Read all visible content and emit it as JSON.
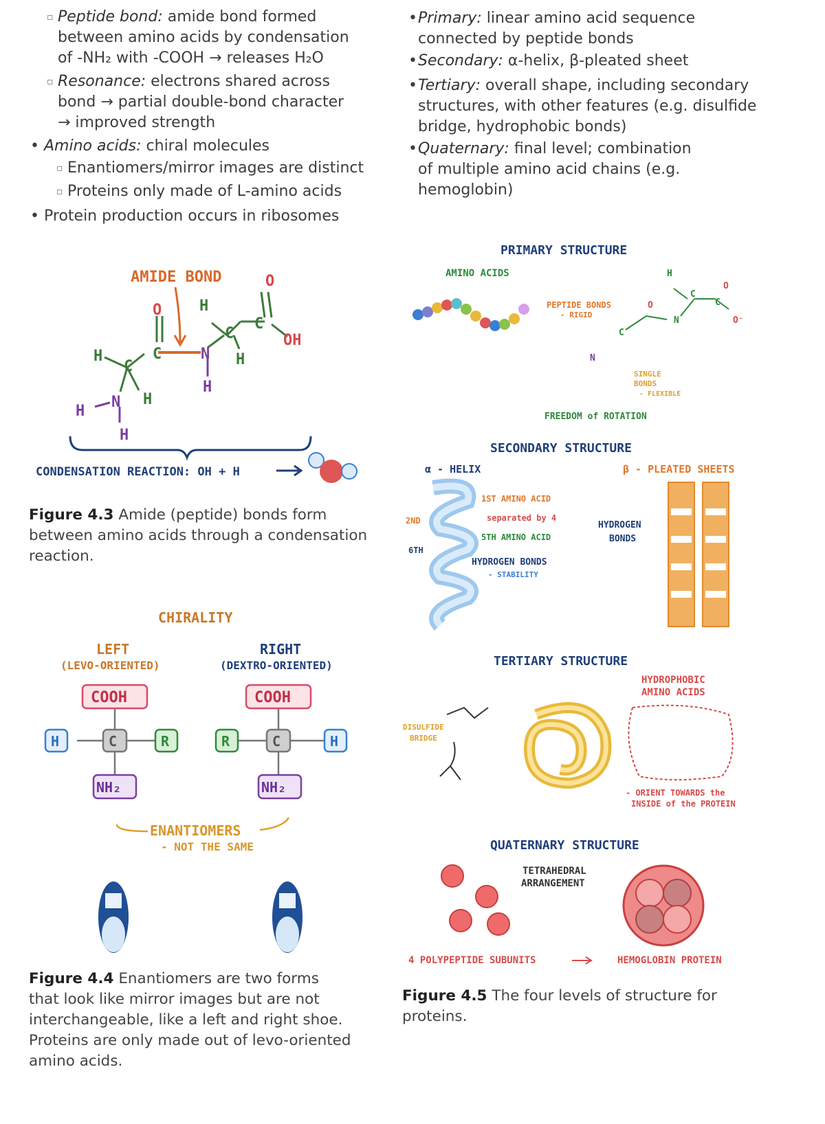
{
  "left_bullets": {
    "peptide_bond_term": "Peptide bond:",
    "peptide_bond_l1": " amide bond formed",
    "peptide_bond_l2": "between amino acids by condensation",
    "peptide_bond_l3": "of -NH₂ with -COOH → releases H₂O",
    "resonance_term": "Resonance:",
    "resonance_l1": " electrons shared across",
    "resonance_l2": "bond → partial double-bond character",
    "resonance_l3": "→ improved strength",
    "amino_acids_term": "Amino acids:",
    "amino_acids_text": " chiral molecules",
    "enantiomers_text": "Enantiomers/mirror images are distinct",
    "proteins_l_text": "Proteins only made of L-amino acids",
    "ribosome_text": "Protein production occurs in ribosomes"
  },
  "right_bullets": {
    "primary_term": "Primary:",
    "primary_l1": " linear amino acid sequence",
    "primary_l2": "connected by peptide bonds",
    "secondary_term": "Secondary:",
    "secondary_text": " α-helix, β-pleated sheet",
    "tertiary_term": "Tertiary:",
    "tertiary_l1": " overall shape, including secondary",
    "tertiary_l2": "structures, with other features (e.g. disulfide",
    "tertiary_l3": "bridge, hydrophobic bonds)",
    "quaternary_term": "Quaternary:",
    "quaternary_l1": " final level; combination",
    "quaternary_l2": "of multiple amino acid chains (e.g.",
    "quaternary_l3": "hemoglobin)"
  },
  "fig43": {
    "amide_bond": "AMIDE BOND",
    "condensation": "CONDENSATION REACTION: OH + H",
    "caption_label": "Figure 4.3",
    "caption_l1": " Amide (peptide) bonds form",
    "caption_l2": "between amino acids through a condensation",
    "caption_l3": "reaction."
  },
  "fig44": {
    "chirality": "CHIRALITY",
    "left": "LEFT",
    "left_sub": "(LEVO-ORIENTED)",
    "right": "RIGHT",
    "right_sub": "(DEXTRO-ORIENTED)",
    "cooh": "COOH",
    "nh2": "NH₂",
    "enantiomers": "ENANTIOMERS",
    "not_same": "- NOT THE SAME",
    "caption_label": "Figure 4.4",
    "caption_l1": " Enantiomers are two forms",
    "caption_l2": "that look like mirror images but are not",
    "caption_l3": "interchangeable, like a left and right shoe.",
    "caption_l4": "Proteins are only made out of levo-oriented",
    "caption_l5": "amino acids."
  },
  "fig45": {
    "primary_title": "PRIMARY STRUCTURE",
    "amino_acids": "AMINO ACIDS",
    "peptide_bonds": "PEPTIDE BONDS",
    "rigid": "- RIGID",
    "single_bonds": "SINGLE",
    "bonds": "BONDS",
    "flexible": "- FLEXIBLE",
    "freedom": "FREEDOM of ROTATION",
    "secondary_title": "SECONDARY STRUCTURE",
    "alpha_helix": "α - HELIX",
    "beta_sheets": "β - PLEATED SHEETS",
    "first_amino": "1ST AMINO ACID",
    "separated": "separated by 4",
    "fifth_amino": "5TH AMINO ACID",
    "hydrogen_bonds": "HYDROGEN BONDS",
    "stability": "- STABILITY",
    "hydrogen": "HYDROGEN",
    "bonds2": "BONDS",
    "second": "2ND",
    "sixth": "6TH",
    "tertiary_title": "TERTIARY STRUCTURE",
    "hydrophobic": "HYDROPHOBIC",
    "amino_acids2": "AMINO ACIDS",
    "disulfide": "DISULFIDE",
    "bridge": "BRIDGE",
    "orient": "- ORIENT TOWARDS the",
    "inside": "INSIDE of the PROTEIN",
    "quaternary_title": "QUATERNARY STRUCTURE",
    "tetrahedral": "TETRAHEDRAL",
    "arrangement": "ARRANGEMENT",
    "subunits": "4 POLYPEPTIDE SUBUNITS",
    "hemoglobin": "HEMOGLOBIN PROTEIN",
    "caption_label": "Figure 4.5",
    "caption_l1": " The four levels of structure for",
    "caption_l2": "proteins."
  },
  "colors": {
    "orange": "#e07a2c",
    "green": "#2f8a3c",
    "navy": "#1f3f7a",
    "purple": "#7b3fa0",
    "red": "#d84a4a",
    "blue": "#3a7fd0",
    "gold": "#e8b93a"
  }
}
